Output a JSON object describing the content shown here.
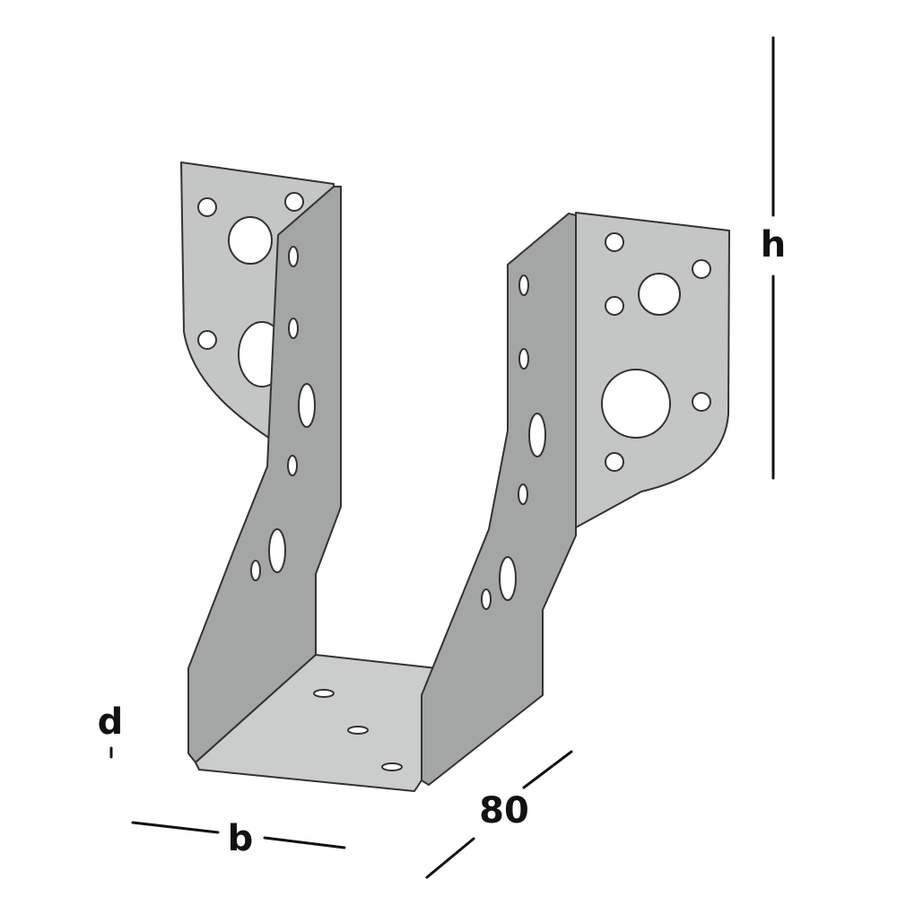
{
  "dimensions": {
    "height_label": "h",
    "width_label": "b",
    "depth_label": "80",
    "thickness_label": "d"
  },
  "colors": {
    "flange_face": "#c4c5c5",
    "side_wall": "#a4a5a5",
    "base_plate": "#cbcccc",
    "edge": "#333333",
    "dimension_line": "#111111"
  }
}
